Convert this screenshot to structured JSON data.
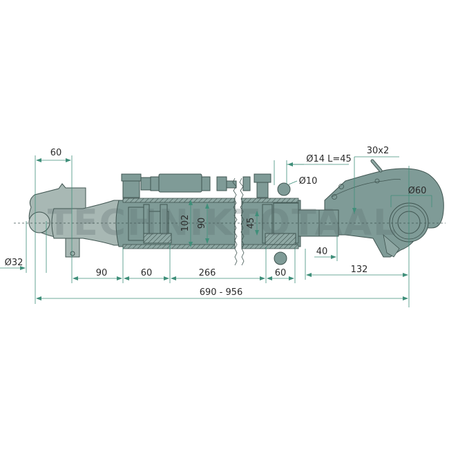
{
  "title": "Hydraulic top link technical drawing",
  "watermark": "TECHNIKTOTAAL",
  "colors": {
    "body_fill": "#7f9b97",
    "body_fill_light": "#9db2ae",
    "body_fill_dark": "#6b8783",
    "ball_end_fill": "#a8b8b4",
    "outline": "#3f5450",
    "dimension_line": "#3f8f7a",
    "text": "#2b2b2b"
  },
  "dimensions": {
    "top_left_width": "60",
    "pin_diameter_left": "Ø32",
    "segment_1": "90",
    "segment_2": "60",
    "segment_3": "266",
    "segment_4": "60",
    "hook_offset": "40",
    "hook_length": "132",
    "total_length": "690 - 956",
    "outer_diameter": "102",
    "bore_diameter": "90",
    "rod_diameter": "45",
    "pin_spec": "Ø14 L=45",
    "small_pin_diameter": "Ø10",
    "hook_spec": "30x2",
    "hook_ball_diameter": "Ø60"
  }
}
